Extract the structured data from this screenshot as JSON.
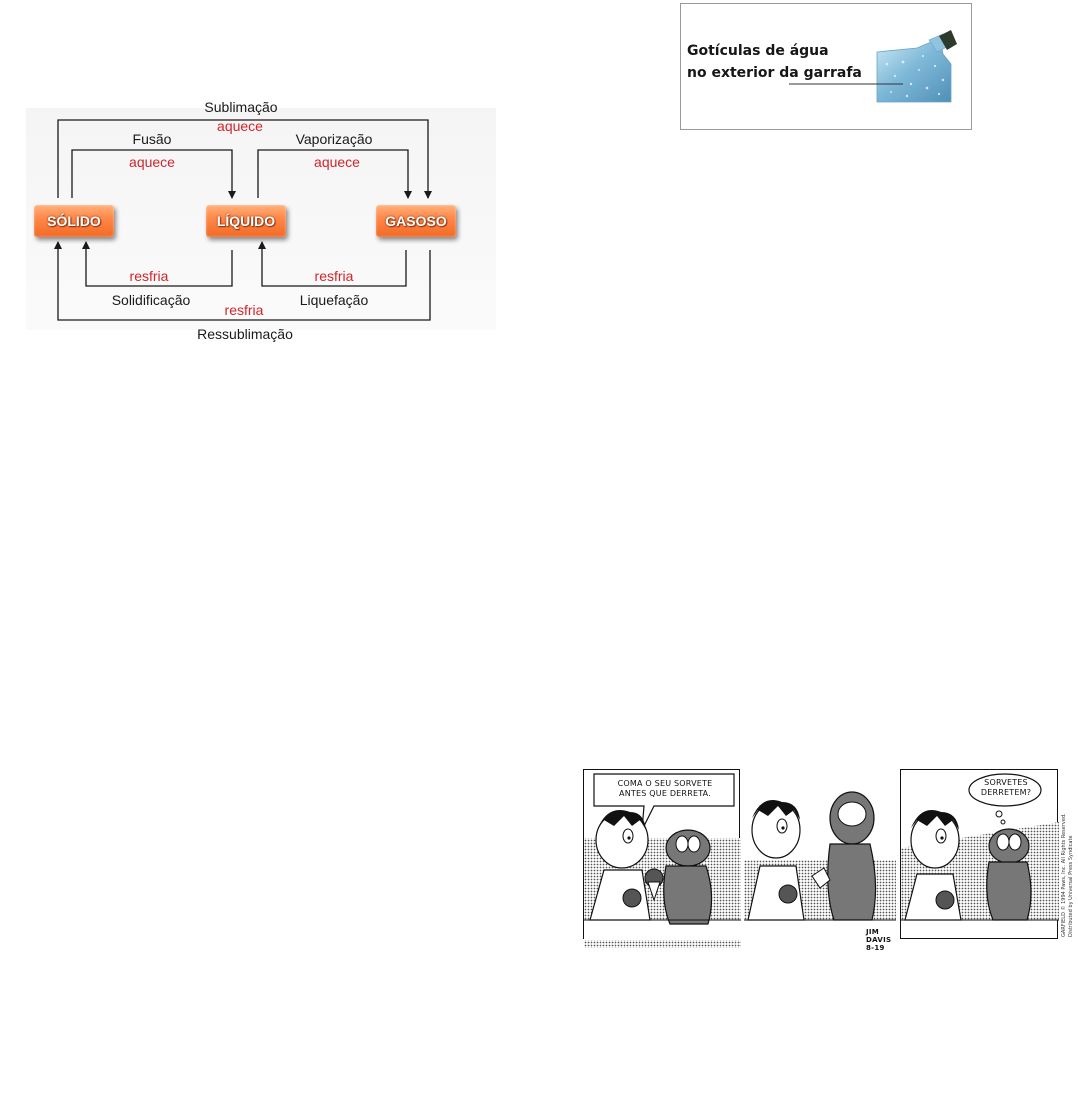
{
  "diagram": {
    "states": {
      "solid": "SÓLIDO",
      "liquid": "LÍQUIDO",
      "gas": "GASOSO"
    },
    "transitions": {
      "sublimation": {
        "name": "Sublimação",
        "effect": "aquece"
      },
      "fusion": {
        "name": "Fusão",
        "effect": "aquece"
      },
      "vaporization": {
        "name": "Vaporização",
        "effect": "aquece"
      },
      "solidification": {
        "name": "Solidificação",
        "effect": "resfria"
      },
      "liquefaction": {
        "name": "Liquefação",
        "effect": "resfria"
      },
      "resublimation": {
        "name": "Ressublimação",
        "effect": "resfria"
      }
    },
    "colors": {
      "state_box": "#f26a24",
      "effect_text": "#d0262b",
      "line": "#1a1a1a"
    }
  },
  "bottle_panel": {
    "caption_line1": "Gotículas de água",
    "caption_line2": "no exterior da garrafa"
  },
  "comic": {
    "panel1_text_line1": "COMA O SEU SORVETE",
    "panel1_text_line2": "ANTES QUE DERRETA.",
    "panel3_text_line1": "SORVETES",
    "panel3_text_line2": "DERRETEM?",
    "signature": "JIM DAVIS 8-19",
    "copyright_line1": "GARFIELD © 1994 Paws, Inc. All Rights Reserved.",
    "copyright_line2": "Distributed by Universal Press Syndicate"
  }
}
